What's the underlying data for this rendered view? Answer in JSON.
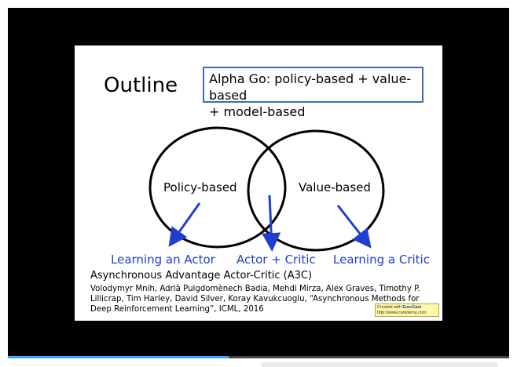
{
  "slide": {
    "title": "Outline",
    "box_line1": "Alpha Go: policy-based + value-based",
    "box_line2": "+ model-based",
    "circle_left_label": "Policy-based",
    "circle_right_label": "Value-based",
    "arrow_left_label": "Learning an Actor",
    "arrow_middle_label": "Actor + Critic",
    "arrow_right_label": "Learning a Critic",
    "a3c_heading": "Asynchronous Advantage Actor-Critic (A3C)",
    "citation": "Volodymyr Mnih, Adrià Puigdomènech Badia, Mehdi Mirza, Alex Graves, Timothy P. Lillicrap, Tim Harley, David Silver, Koray Kavukcuoglu, “Asynchronous Methods for Deep Reinforcement Learning”, ICML, 2016",
    "watermark_line1_prefix": "Created with ",
    "watermark_brand": "EverCam",
    "watermark_line2": "http://www.camdemy.com"
  },
  "player": {
    "progress": 0.44
  },
  "colors": {
    "accent_blue": "#1f3fd0",
    "box_border": "#3d6eb8",
    "progress": "#3ea6ff"
  }
}
